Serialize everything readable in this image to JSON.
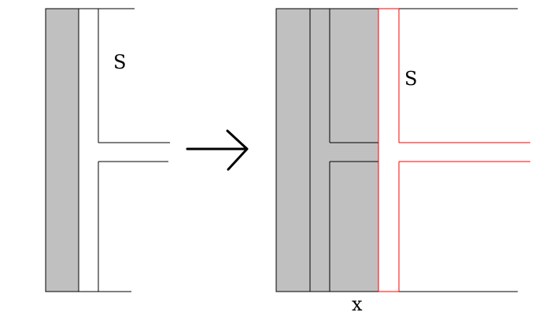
{
  "colors": {
    "fill": "#c0c0c0",
    "line": "#000000",
    "highlight": "#ff0000",
    "background": "#ffffff"
  },
  "left_figure": {
    "region_label": "S"
  },
  "arrow": {
    "icon": "right-arrow-icon"
  },
  "right_figure": {
    "region_label": "S",
    "bottom_label": "x"
  }
}
